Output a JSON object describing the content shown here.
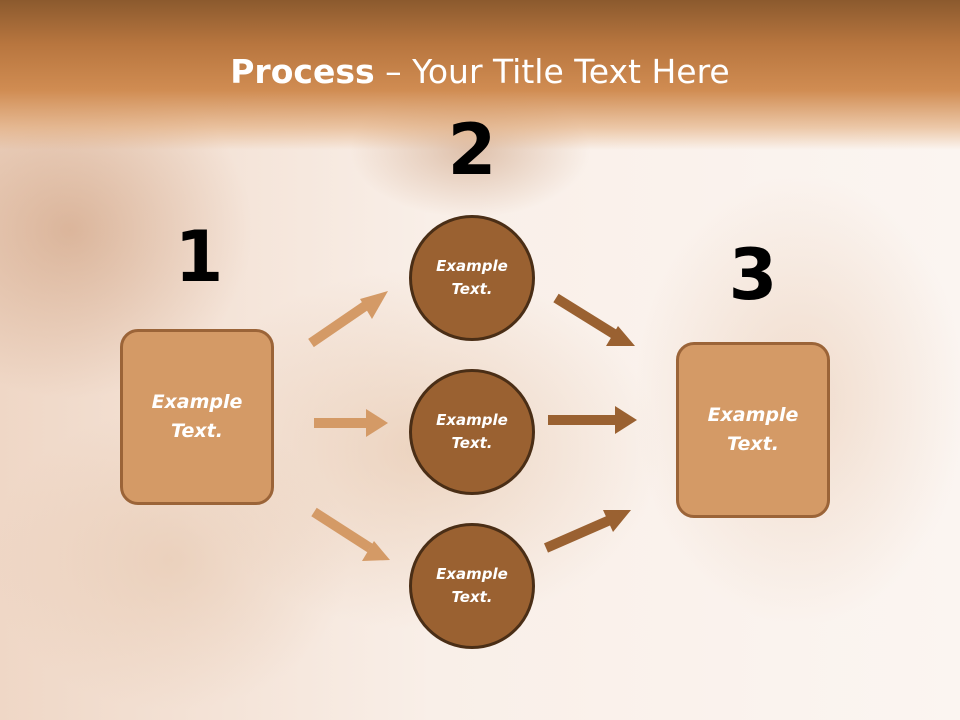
{
  "title": {
    "bold": "Process",
    "rest": " – Your Title Text Here"
  },
  "numbers": [
    "1",
    "2",
    "3"
  ],
  "left_box": {
    "text": "Example Text."
  },
  "circles": [
    {
      "text": "Example Text."
    },
    {
      "text": "Example Text."
    },
    {
      "text": "Example Text."
    }
  ],
  "right_box": {
    "text": "Example Text."
  },
  "colors": {
    "header": "#c8844a",
    "box_fill": "#d49a66",
    "circle_fill": "#9a6131",
    "arrow_light": "#d49a66",
    "arrow_dark": "#9a6131"
  }
}
